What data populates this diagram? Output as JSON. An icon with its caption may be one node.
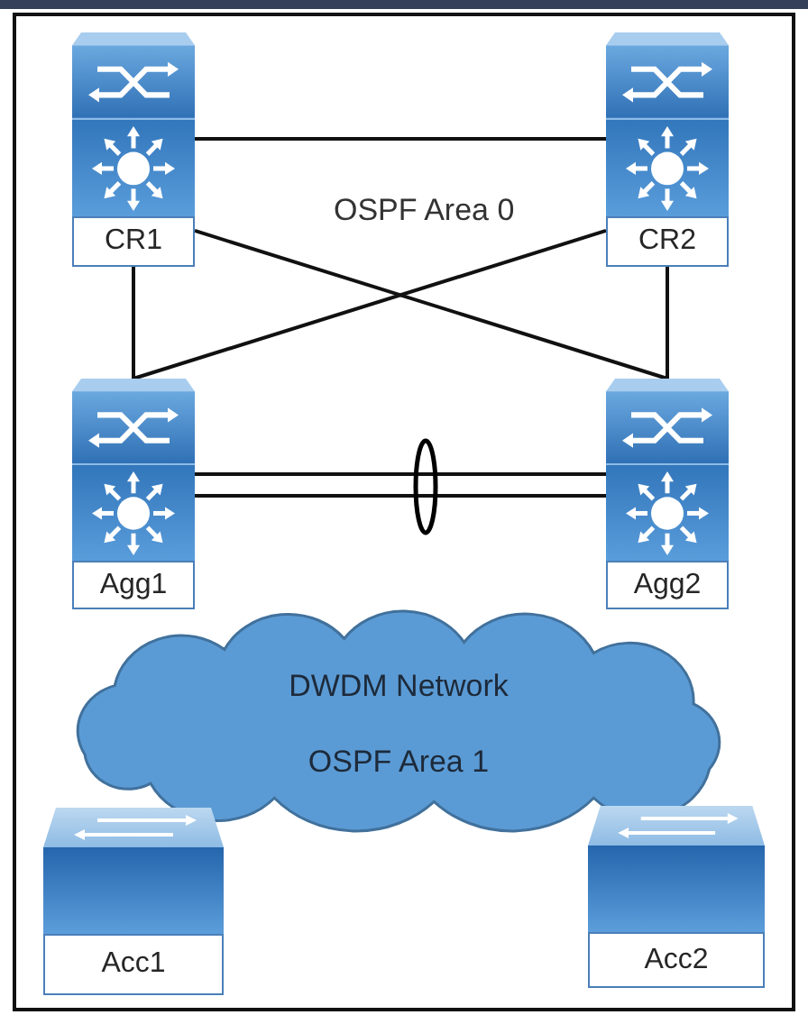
{
  "diagram": {
    "nodes": [
      {
        "text": [
          "CR1"
        ]
      },
      {
        "text": [
          "CR2"
        ]
      },
      {
        "text": [
          "Agg1"
        ]
      },
      {
        "text": [
          "Agg2"
        ]
      },
      {
        "text": [
          "DWDM Network",
          "OSPF Area 1"
        ]
      },
      {
        "text": [
          "Acc1"
        ]
      },
      {
        "text": [
          "Acc2"
        ]
      }
    ],
    "edges": [
      {
        "from": 0,
        "to": 1,
        "arrow": "none"
      },
      {
        "from": 0,
        "to": 2,
        "arrow": "none"
      },
      {
        "from": 0,
        "to": 3,
        "arrow": "none"
      },
      {
        "from": 1,
        "to": 2,
        "arrow": "none"
      },
      {
        "from": 1,
        "to": 3,
        "arrow": "none"
      },
      {
        "from": 2,
        "to": 3,
        "arrow": "none"
      },
      {
        "from": 2,
        "to": 3,
        "arrow": "none"
      }
    ],
    "labels": [
      "OSPF Area 0"
    ]
  }
}
